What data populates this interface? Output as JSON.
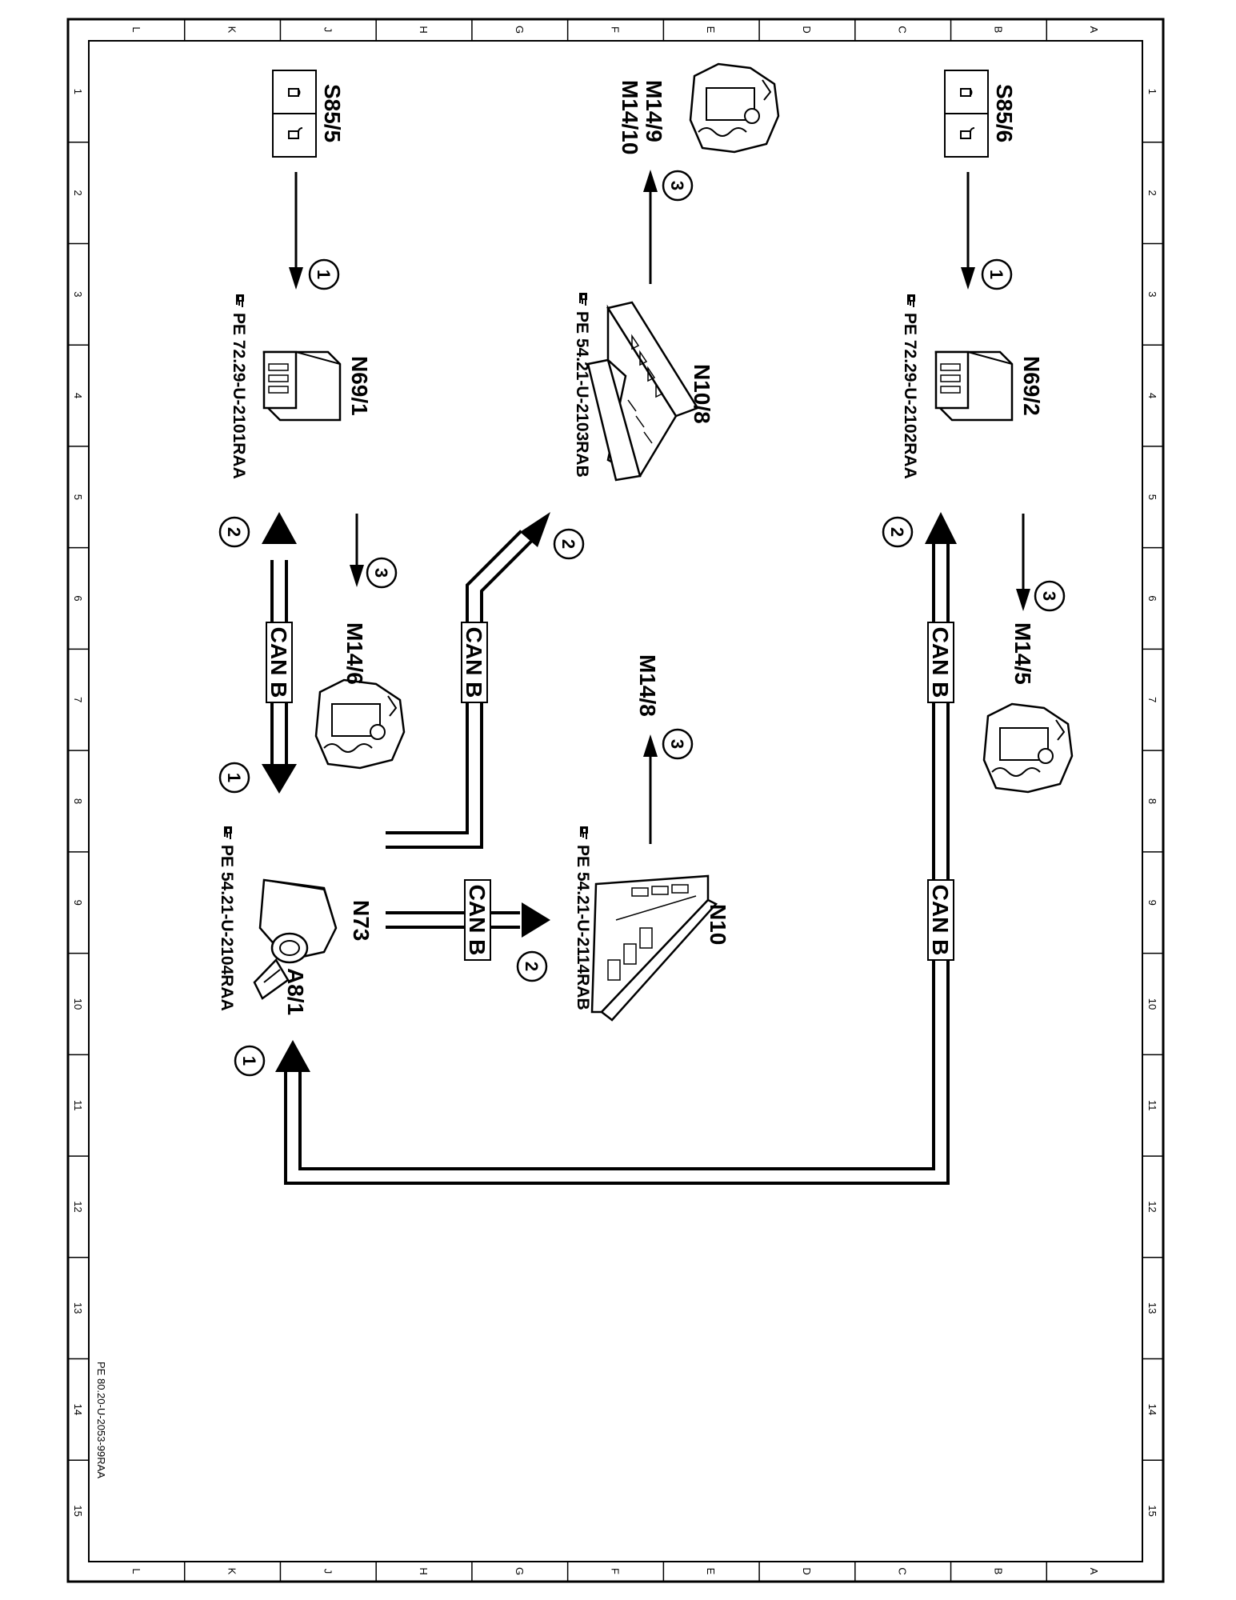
{
  "frame": {
    "letters": [
      "L",
      "K",
      "J",
      "H",
      "G",
      "F",
      "E",
      "D",
      "C",
      "B",
      "A"
    ],
    "numbers": [
      "1",
      "2",
      "3",
      "4",
      "5",
      "6",
      "7",
      "8",
      "9",
      "10",
      "11",
      "12",
      "13",
      "14",
      "15"
    ]
  },
  "document_id": "PE 80.20-U-2053-99RAA",
  "components": {
    "s85_5": "S85/5",
    "s85_6": "S85/6",
    "n69_1": "N69/1",
    "n69_2": "N69/2",
    "n10_8": "N10/8",
    "n10": "N10",
    "n73": "N73",
    "a8_1": "A8/1",
    "m14_9": "M14/9",
    "m14_10": "M14/10",
    "m14_6": "M14/6",
    "m14_5": "M14/5",
    "m14_8": "M14/8"
  },
  "references": {
    "n69_1": "PE 72.29-U-2101RAA",
    "n69_2": "PE 72.29-U-2102RAA",
    "n10_8": "PE 54.21-U-2103RAB",
    "n10": "PE 54.21-U-2114RAB",
    "n73": "PE 54.21-U-2104RAA"
  },
  "bus_label": "CAN B",
  "step_numbers": {
    "one": "1",
    "two": "2",
    "three": "3"
  }
}
